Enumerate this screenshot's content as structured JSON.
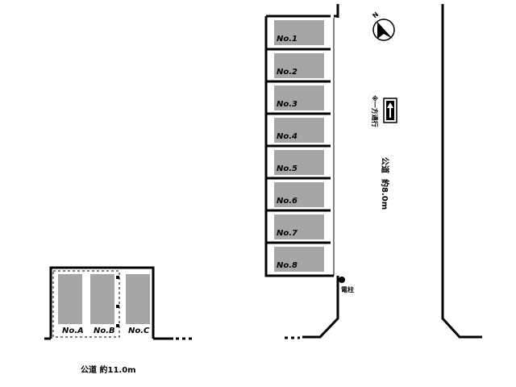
{
  "colors": {
    "ink": "#000000",
    "slot_fill": "#a6a6a6",
    "paper": "#ffffff"
  },
  "east_lot": {
    "spaces": [
      "No.1",
      "No.2",
      "No.3",
      "No.4",
      "No.5",
      "No.6",
      "No.7",
      "No.8"
    ]
  },
  "south_lot": {
    "spaces": [
      "No.A",
      "No.B",
      "No.C"
    ]
  },
  "labels": {
    "south_road": "公道 約11.0m",
    "east_road_name": "公道",
    "east_road_width": "約8.0m",
    "one_way_note": "※一方通行",
    "utility_pole": "電柱",
    "north_mark": "N"
  },
  "icons": {
    "compass": "north-arrow-icon",
    "one_way": "one-way-arrow-icon",
    "pole": "utility-pole-icon"
  }
}
